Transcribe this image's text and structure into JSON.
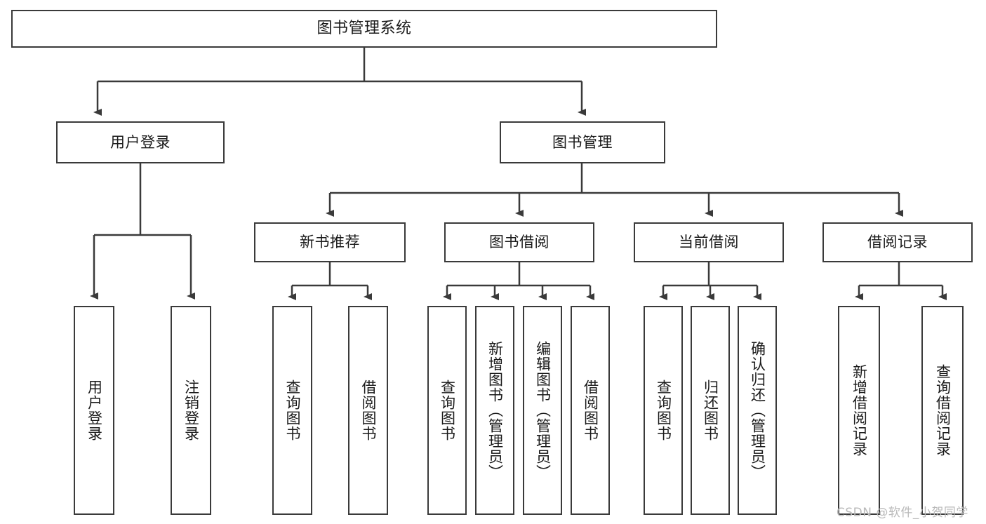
{
  "diagram": {
    "title": "图书管理系统",
    "type": "tree-hierarchy",
    "watermark": "CSDN @软件_小贺同学",
    "colors": {
      "stroke": "#3a3a3a",
      "fill": "#ffffff",
      "text": "#1a1a1a",
      "watermark": "#b9b9b9"
    },
    "nodes": {
      "root": {
        "label": "图书管理系统"
      },
      "level1": [
        {
          "label": "用户登录"
        },
        {
          "label": "图书管理"
        }
      ],
      "level2": [
        {
          "label": "新书推荐"
        },
        {
          "label": "图书借阅"
        },
        {
          "label": "当前借阅"
        },
        {
          "label": "借阅记录"
        }
      ],
      "leaves": {
        "user_login": [
          {
            "label": "用户登录"
          },
          {
            "label": "注销登录"
          }
        ],
        "new_book_recommend": [
          {
            "label": "查询图书"
          },
          {
            "label": "借阅图书"
          }
        ],
        "book_borrow": [
          {
            "label": "查询图书"
          },
          {
            "label": "新增图书（管理员）"
          },
          {
            "label": "编辑图书（管理员）"
          },
          {
            "label": "借阅图书"
          }
        ],
        "current_borrow": [
          {
            "label": "查询图书"
          },
          {
            "label": "归还图书"
          },
          {
            "label": "确认归还（管理员）"
          }
        ],
        "borrow_record": [
          {
            "label": "新增借阅记录"
          },
          {
            "label": "查询借阅记录"
          }
        ]
      }
    }
  }
}
